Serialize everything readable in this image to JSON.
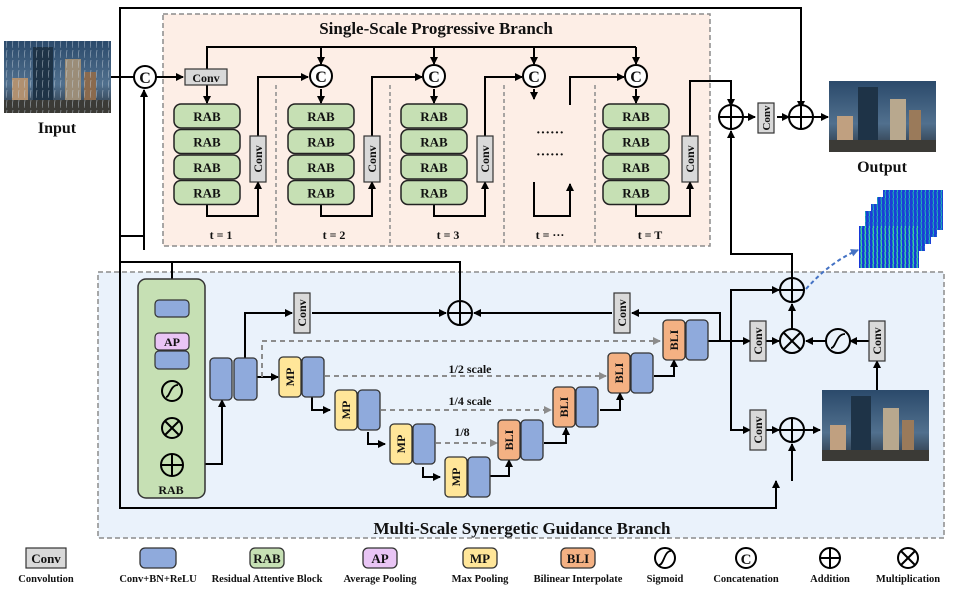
{
  "single_branch": {
    "title": "Single-Scale Progressive Branch",
    "conv_label": "Conv",
    "rab_label": "RAB",
    "concat_symbol": "C",
    "stages": [
      {
        "label": "t = 1"
      },
      {
        "label": "t = 2"
      },
      {
        "label": "t = 3"
      },
      {
        "label": "t = ···"
      },
      {
        "label": "t = T"
      }
    ],
    "ellipsis": "······"
  },
  "io": {
    "input_label": "Input",
    "output_label": "Output"
  },
  "multi_branch": {
    "title": "Multi-Scale Synergetic Guidance Branch",
    "rab_label": "RAB",
    "ap_label": "AP",
    "mp_label": "MP",
    "bli_label": "BLI",
    "conv_label": "Conv",
    "scales": [
      "1/2 scale",
      "1/4 scale",
      "1/8"
    ]
  },
  "legend": [
    {
      "symbol": "Conv",
      "label": "Convolution",
      "kind": "conv"
    },
    {
      "symbol": "",
      "label": "Conv+BN+ReLU",
      "kind": "cbr"
    },
    {
      "symbol": "RAB",
      "label": "Residual Attentive Block",
      "kind": "rab"
    },
    {
      "symbol": "AP",
      "label": "Average Pooling",
      "kind": "ap"
    },
    {
      "symbol": "MP",
      "label": "Max Pooling",
      "kind": "mp"
    },
    {
      "symbol": "BLI",
      "label": "Bilinear Interpolate",
      "kind": "bli"
    },
    {
      "symbol": "",
      "label": "Sigmoid",
      "kind": "sigmoid"
    },
    {
      "symbol": "C",
      "label": "Concatenation",
      "kind": "concat"
    },
    {
      "symbol": "",
      "label": "Addition",
      "kind": "add"
    },
    {
      "symbol": "",
      "label": "Multiplication",
      "kind": "mul"
    }
  ],
  "colors": {
    "single_bg": "#fdeee6",
    "multi_bg": "#eaf2fb",
    "rab_fill": "#c6e0b4",
    "cbr_fill": "#8faadc",
    "ap_fill": "#e9c5f5",
    "mp_fill": "#ffe699",
    "bli_fill": "#f4b183",
    "conv_fill": "#d9d9d9"
  }
}
